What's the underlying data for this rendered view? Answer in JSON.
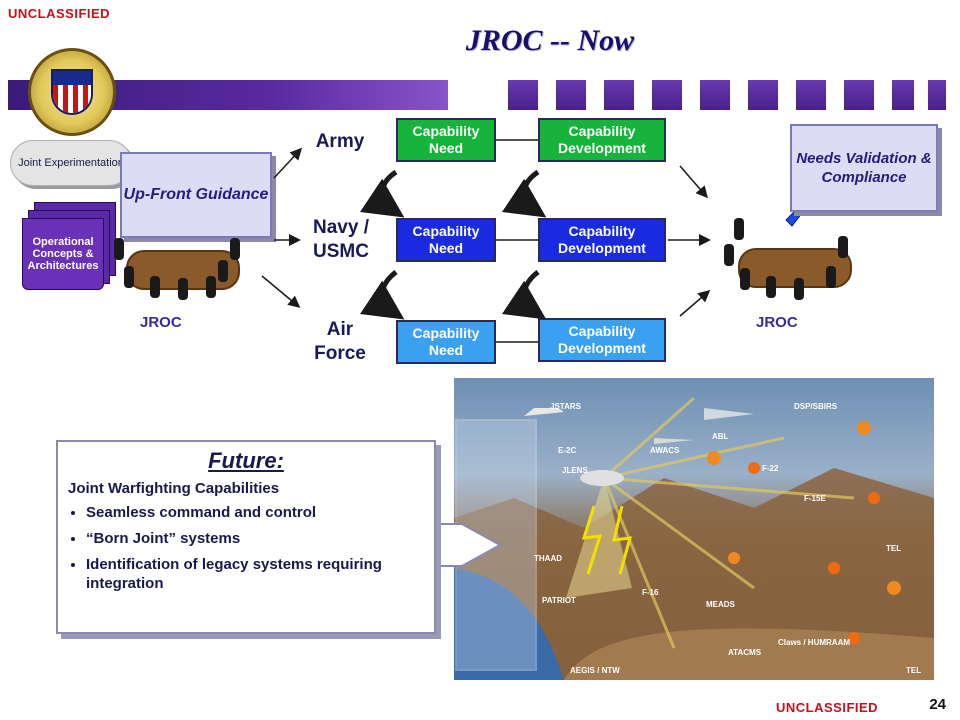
{
  "header": {
    "classification_top": "UNCLASSIFIED",
    "title": "JROC -- Now"
  },
  "left": {
    "cloud_label": "Joint Experimentation",
    "stack_label": "Operational Concepts & Architectures",
    "upfront_label": "Up-Front Guidance",
    "jroc_left": "JROC"
  },
  "services": {
    "army": "Army",
    "navy": "Navy / USMC",
    "airforce": "Air Force"
  },
  "capability_need": "Capability Need",
  "capability_development": "Capability Development",
  "right": {
    "needs_label": "Needs Validation & Compliance",
    "jroc_right": "JROC"
  },
  "future": {
    "title": "Future",
    "colon": ":",
    "subtitle": "Joint Warfighting Capabilities",
    "bullets": [
      "Seamless command and control",
      "“Born Joint” systems",
      "Identification of legacy systems requiring integration"
    ]
  },
  "illustration": {
    "labels": [
      "JSTARS",
      "E-2C",
      "AWACS",
      "ABL",
      "DSP/SBIRS",
      "JLENS",
      "F-22",
      "F-15E",
      "THAAD",
      "PATRIOT",
      "F-16",
      "MEADS",
      "TEL",
      "ATACMS",
      "Claws / HUMRAAM",
      "AEGIS / NTW",
      "TEL"
    ]
  },
  "footer": {
    "classification_bottom": "UNCLASSIFIED",
    "page_number": "24"
  },
  "colors": {
    "accent_purple": "#5a2aa0",
    "cap_green": "#16b43a",
    "cap_blue": "#1a2ae0",
    "cap_sky": "#3aa0f0",
    "classification_red": "#c8101a"
  }
}
